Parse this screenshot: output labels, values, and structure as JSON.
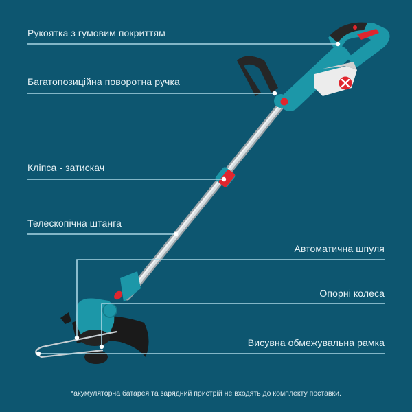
{
  "colors": {
    "background": "#0d5670",
    "callout_line": "#a9d6e4",
    "text": "#e6f1f5",
    "tool_teal": "#1c97a8",
    "tool_dark": "#262626",
    "accent_red": "#e0262e",
    "shaft_silver": "#c8cfd3"
  },
  "callouts": [
    {
      "id": "rubber-grip",
      "text": "Рукоятка з гумовим покриттям",
      "side": "left"
    },
    {
      "id": "rotating-handle",
      "text": "Багатопозиційна поворотна ручка",
      "side": "left"
    },
    {
      "id": "clamp-clip",
      "text": "Кліпса - затискач",
      "side": "left"
    },
    {
      "id": "telescopic-shaft",
      "text": "Телескопічна штанга",
      "side": "left"
    },
    {
      "id": "auto-spool",
      "text": "Автоматична шпуля",
      "side": "right"
    },
    {
      "id": "support-wheels",
      "text": "Опорні колеса",
      "side": "right"
    },
    {
      "id": "guard-frame",
      "text": "Висувна обмежувальна рамка",
      "side": "right"
    }
  ],
  "battery_badge": {
    "icon": "cross-icon",
    "meaning": "battery not included"
  },
  "footnote": "*акумуляторна батарея та зарядний пристрій не входять до комплекту поставки."
}
